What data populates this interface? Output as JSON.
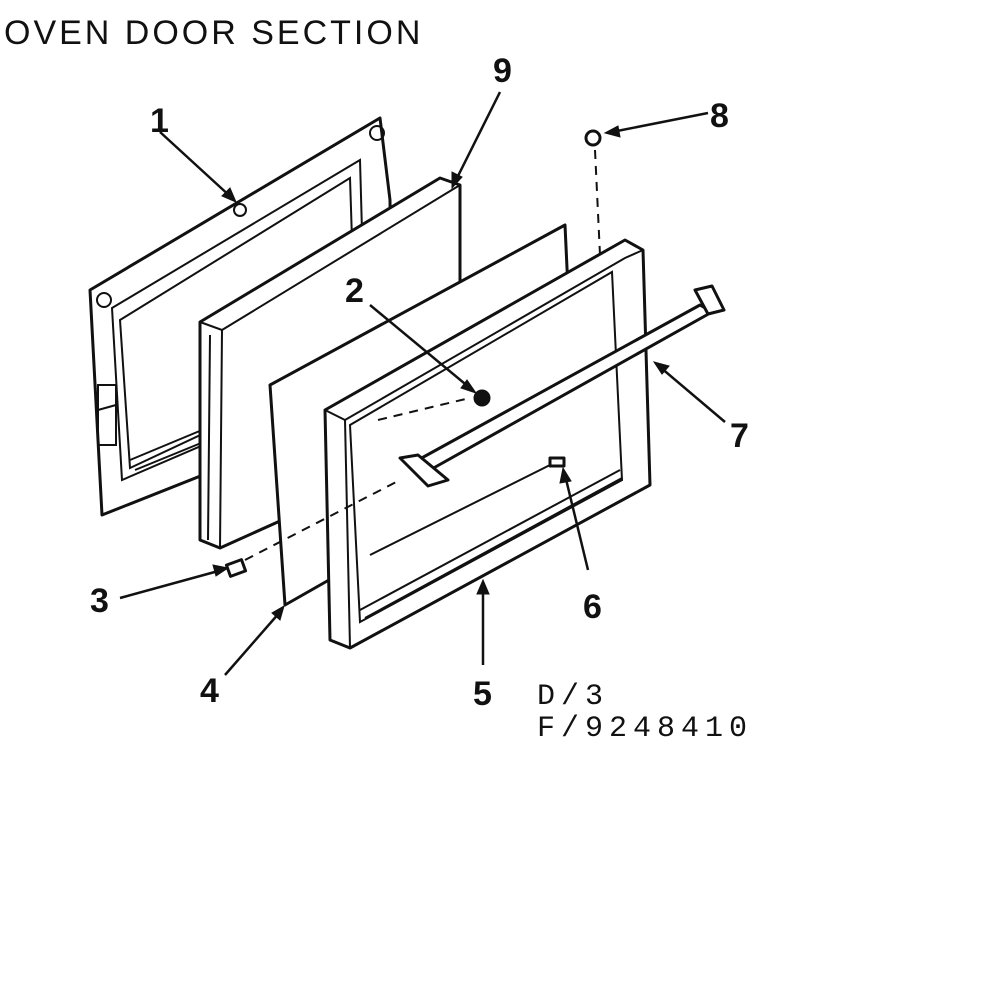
{
  "title": "OVEN DOOR SECTION",
  "callouts": [
    "1",
    "2",
    "3",
    "4",
    "5",
    "6",
    "7",
    "8",
    "9"
  ],
  "codes": {
    "line1": "D/3",
    "line2": "F/9248410"
  }
}
